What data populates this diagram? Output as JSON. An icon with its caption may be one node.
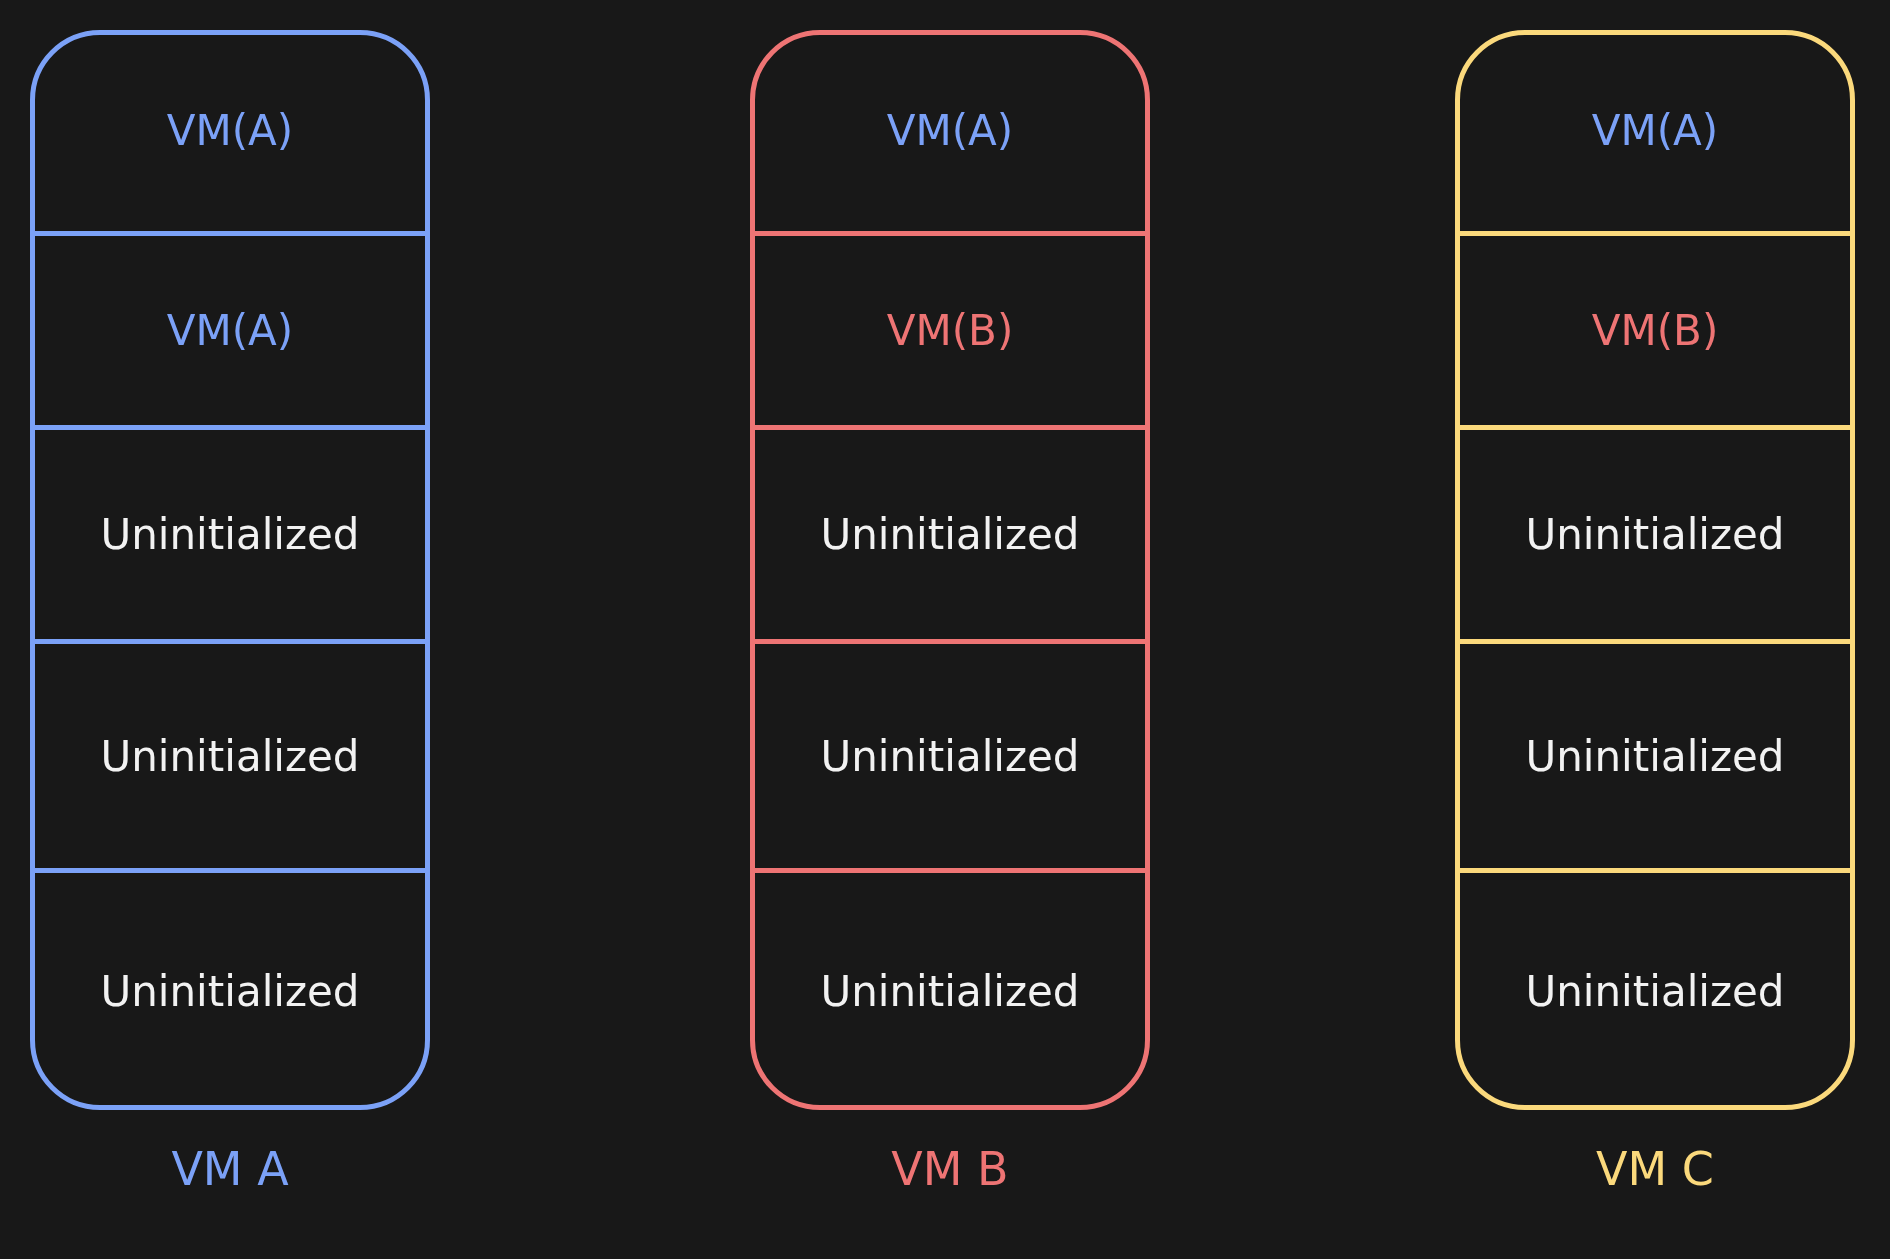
{
  "diagram": {
    "nodes": [
      {
        "text": [
          "VM A"
        ]
      },
      {
        "text": [
          "VM(A)"
        ],
        "in": 0
      },
      {
        "text": [
          "VM(A)"
        ],
        "in": 0
      },
      {
        "text": [
          "Uninitialized"
        ],
        "in": 0
      },
      {
        "text": [
          "Uninitialized"
        ],
        "in": 0
      },
      {
        "text": [
          "Uninitialized"
        ],
        "in": 0
      },
      {
        "text": [
          "VM B"
        ]
      },
      {
        "text": [
          "VM(A)"
        ],
        "in": 6
      },
      {
        "text": [
          "VM(B)"
        ],
        "in": 6
      },
      {
        "text": [
          "Uninitialized"
        ],
        "in": 6
      },
      {
        "text": [
          "Uninitialized"
        ],
        "in": 6
      },
      {
        "text": [
          "Uninitialized"
        ],
        "in": 6
      },
      {
        "text": [
          "VM C"
        ]
      },
      {
        "text": [
          "VM(A)"
        ],
        "in": 12
      },
      {
        "text": [
          "VM(B)"
        ],
        "in": 12
      },
      {
        "text": [
          "Uninitialized"
        ],
        "in": 12
      },
      {
        "text": [
          "Uninitialized"
        ],
        "in": 12
      },
      {
        "text": [
          "Uninitialized"
        ],
        "in": 12
      }
    ]
  }
}
